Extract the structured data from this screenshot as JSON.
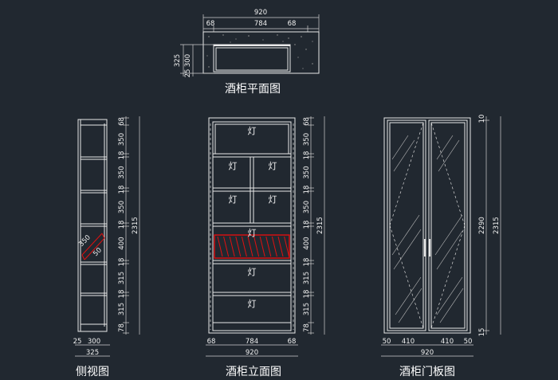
{
  "titles": {
    "plan": "酒柜平面图",
    "side": "侧视图",
    "elevation": "酒柜立面图",
    "door": "酒柜门板图"
  },
  "light_label": "灯",
  "plan_dims": {
    "total": "920",
    "left": "68",
    "mid": "784",
    "right": "68",
    "depth": "325",
    "inner": "300",
    "back": "25"
  },
  "side_dims": {
    "vertical": [
      "68",
      "350",
      "18",
      "350",
      "18",
      "350",
      "18",
      "400",
      "18",
      "315",
      "18",
      "315",
      "78"
    ],
    "total": "2315",
    "bottom_a": "25",
    "bottom_b": "300",
    "bottom_total": "325",
    "rack_a": "350",
    "rack_b": "50"
  },
  "elev_dims": {
    "vertical": [
      "68",
      "350",
      "18",
      "350",
      "18",
      "350",
      "18",
      "400",
      "18",
      "315",
      "18",
      "315",
      "78"
    ],
    "total": "2315",
    "bottom_left": "68",
    "bottom_mid": "784",
    "bottom_right": "68",
    "bottom_total": "920"
  },
  "door_dims": {
    "top": "10",
    "mid": "2290",
    "bottom": "15",
    "total": "2315",
    "b1": "50",
    "b2": "410",
    "b3": "410",
    "b4": "50",
    "bottom_total": "920"
  },
  "colors": {
    "background": "#212830",
    "line": "#e8e8e8",
    "rack": "#e01010"
  }
}
